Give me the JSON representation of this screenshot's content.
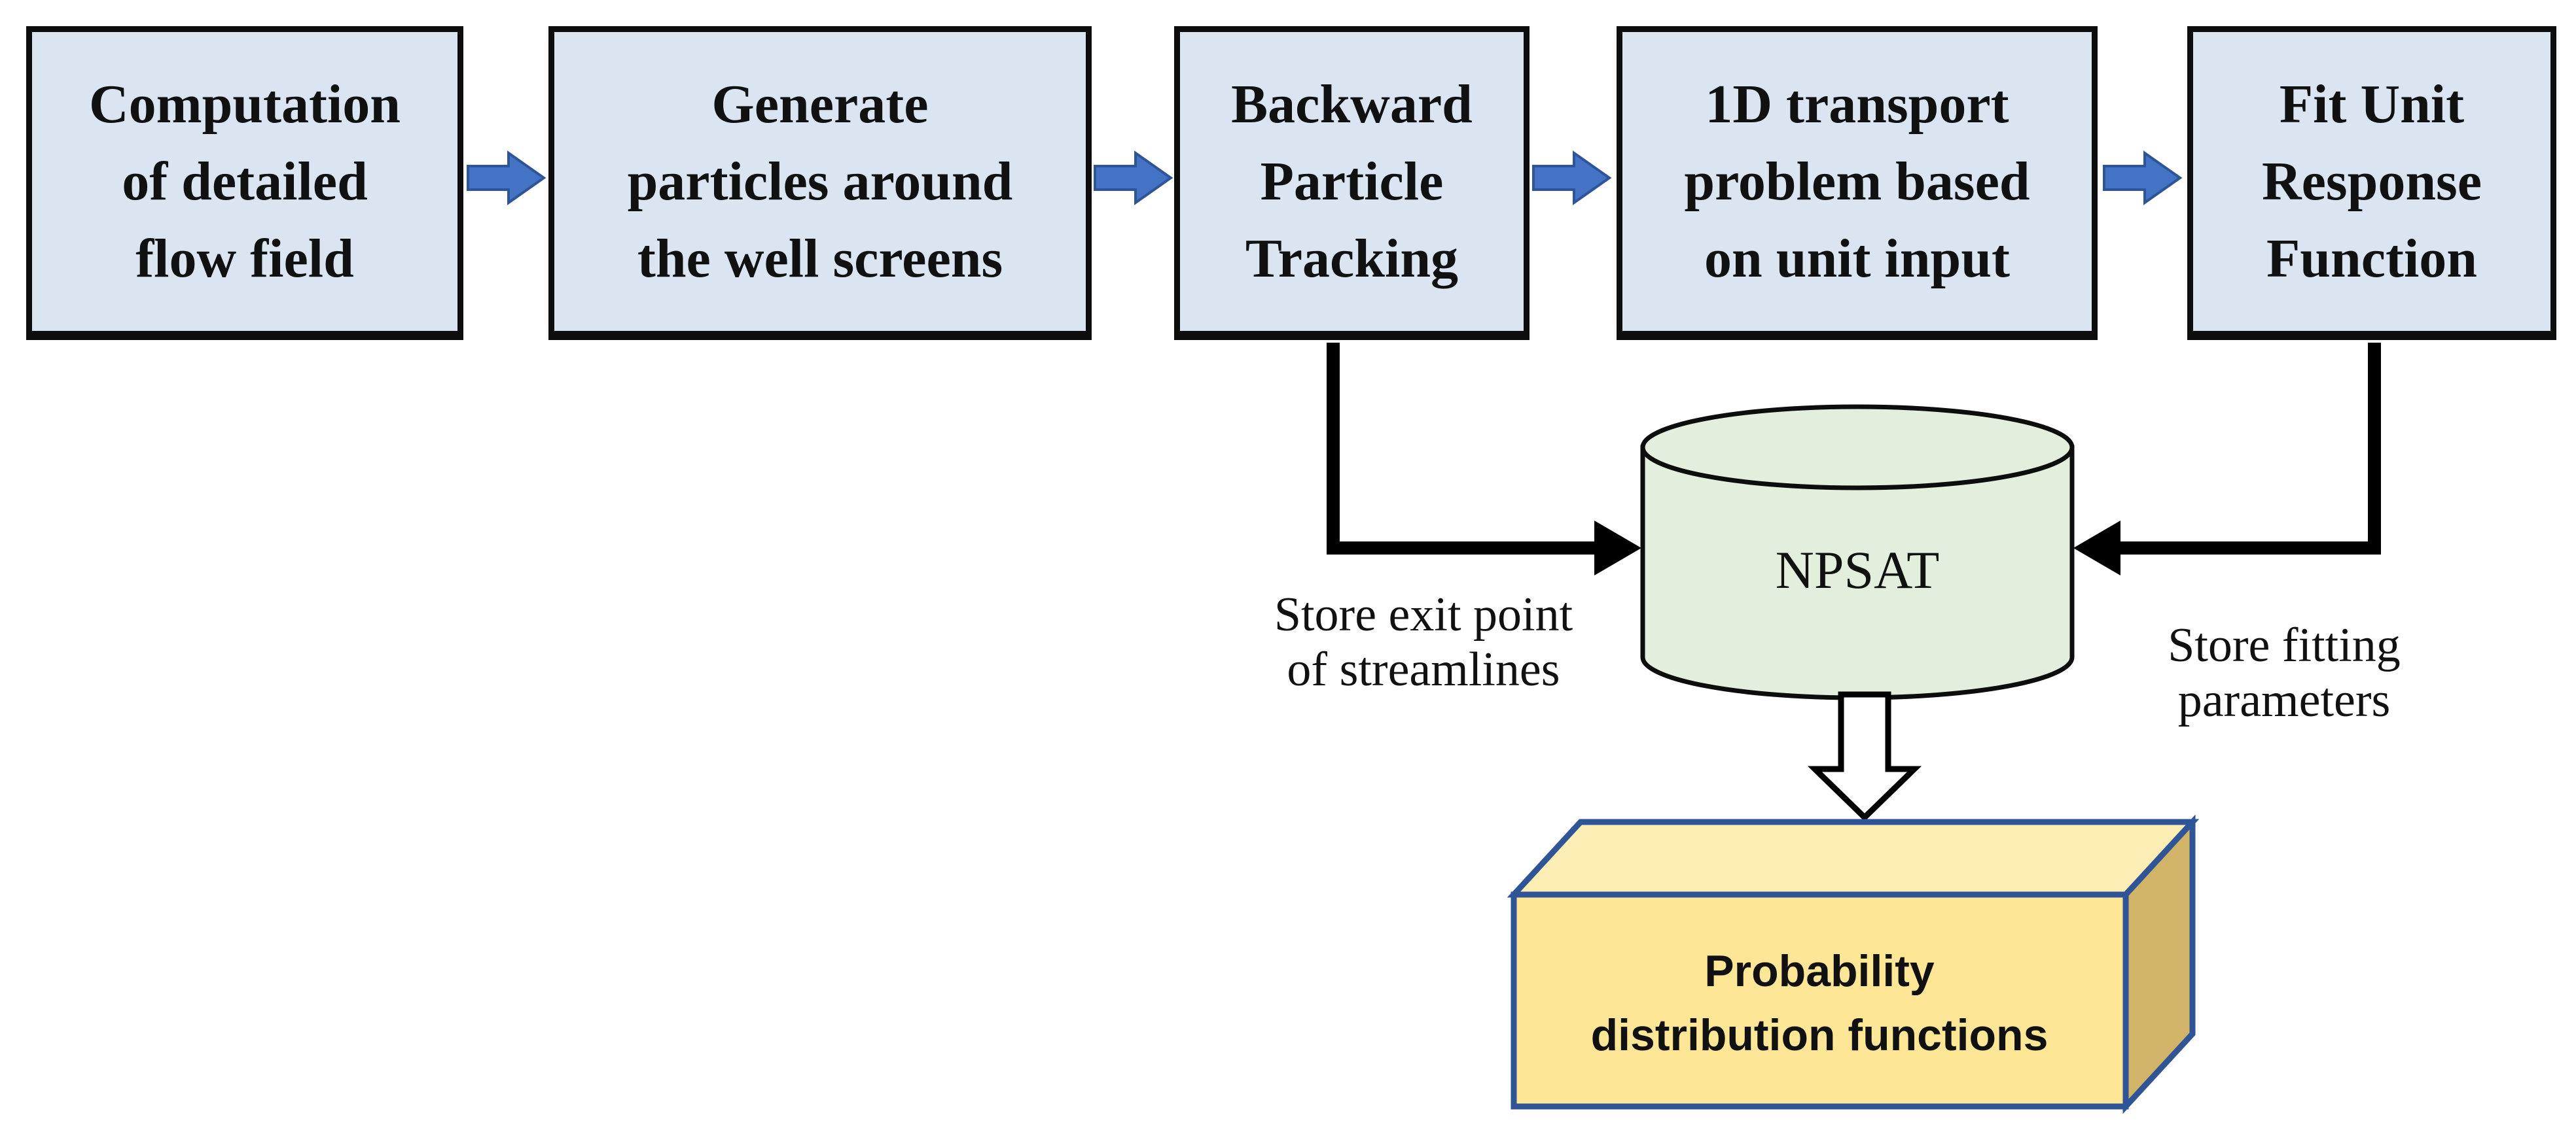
{
  "colors": {
    "background": "#ffffff",
    "process_box_fill": "#dbe5f2",
    "process_box_border": "#0d0d0d",
    "flow_arrow_fill": "#4472c4",
    "flow_arrow_border": "#2f5597",
    "connector_color": "#000000",
    "database_fill": "#e3eedc",
    "database_border": "#0d0d0d",
    "output_front_fill": "#fde696",
    "output_top_fill": "#fdeeb5",
    "output_side_fill": "#d2b469",
    "output_border": "#2f5597",
    "text_color": "#111111"
  },
  "process_boxes": [
    {
      "label": "Computation of detailed flow field",
      "lines": [
        "Computation",
        "of detailed",
        "flow field"
      ]
    },
    {
      "label": "Generate particles around the well screens",
      "lines": [
        "Generate",
        "particles around",
        "the well screens"
      ]
    },
    {
      "label": "Backward Particle Tracking",
      "lines": [
        "Backward",
        "Particle",
        "Tracking"
      ]
    },
    {
      "label": "1D transport problem based on unit input",
      "lines": [
        "1D transport",
        "problem based",
        "on unit input"
      ]
    },
    {
      "label": "Fit Unit Response Function",
      "lines": [
        "Fit Unit",
        "Response",
        "Function"
      ]
    }
  ],
  "database": {
    "label": "NPSAT"
  },
  "annotations": {
    "left": {
      "label": "Store exit point of streamlines",
      "lines": [
        "Store exit point",
        "of streamlines"
      ]
    },
    "right": {
      "label": "Store fitting parameters",
      "lines": [
        "Store fitting",
        "parameters"
      ]
    }
  },
  "output_box": {
    "label": "Probability distribution functions",
    "lines": [
      "Probability",
      "distribution functions"
    ]
  }
}
